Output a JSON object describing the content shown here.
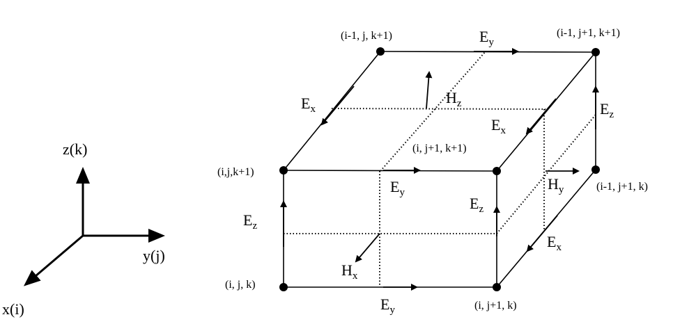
{
  "axes": {
    "z_label": "z(k)",
    "y_label": "y(j)",
    "x_label": "x(i)"
  },
  "nodes": {
    "top_back_left": "(i-1,  j,  k+1)",
    "top_back_right": "(i-1,  j+1,  k+1)",
    "top_front_left": "(i,j,k+1)",
    "top_front_right": "(i,  j+1,  k+1)",
    "bottom_back_right": "(i-1,  j+1,  k)",
    "bottom_front_left": "(i,  j,  k)",
    "bottom_front_right": "(i,  j+1,  k)"
  },
  "fields": {
    "e": "E",
    "h": "H",
    "x": "x",
    "y": "y",
    "z": "z"
  }
}
